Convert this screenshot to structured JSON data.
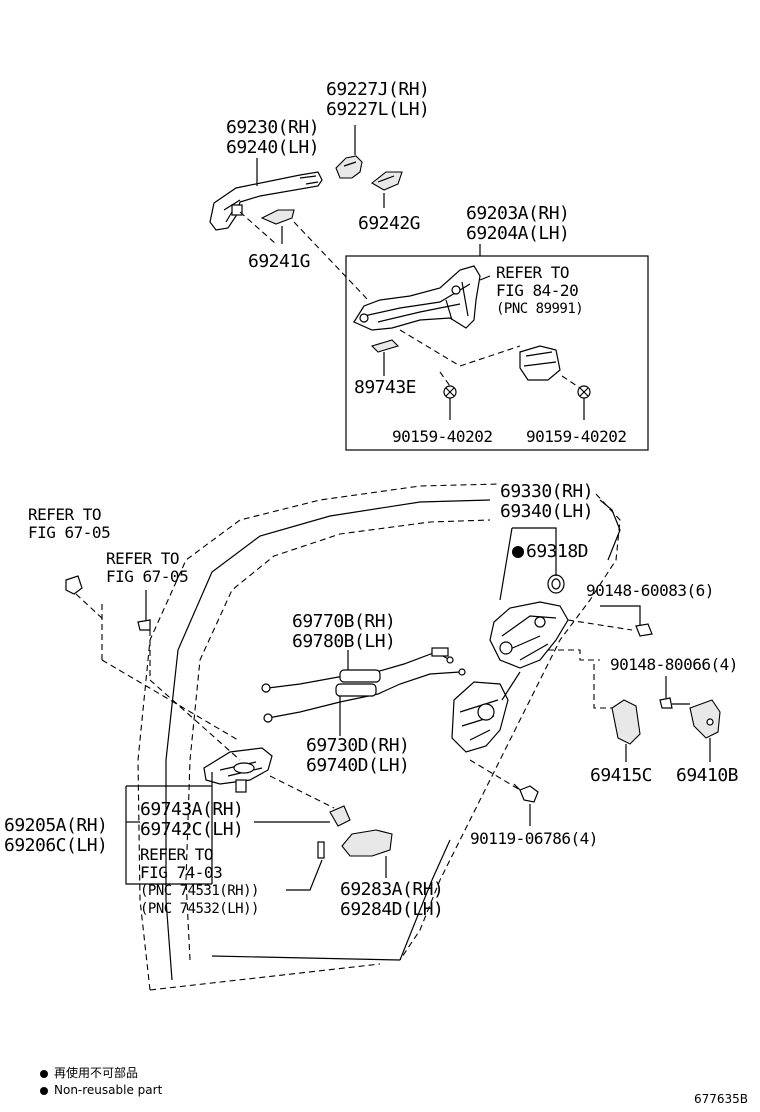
{
  "labels": {
    "p69227": [
      "69227J(RH)",
      "69227L(LH)"
    ],
    "p69230": [
      "69230(RH)",
      "69240(LH)"
    ],
    "p69242": "69242G",
    "p69203": [
      "69203A(RH)",
      "69204A(LH)"
    ],
    "p69241": "69241G",
    "refer_84": [
      "REFER TO",
      "FIG 84-20",
      "(PNC 89991)"
    ],
    "p89743": "89743E",
    "p90159a": "90159-40202",
    "p90159b": "90159-40202",
    "p69330": [
      "69330(RH)",
      "69340(LH)"
    ],
    "p69318": "69318D",
    "refer_67a": [
      "REFER TO",
      "FIG 67-05"
    ],
    "refer_67b": [
      "REFER TO",
      "FIG 67-05"
    ],
    "p90148a": "90148-60083(6)",
    "p69770": [
      "69770B(RH)",
      "69780B(LH)"
    ],
    "p90148b": "90148-80066(4)",
    "p69730": [
      "69730D(RH)",
      "69740D(LH)"
    ],
    "p69415": "69415C",
    "p69410": "69410B",
    "p69743": [
      "69743A(RH)",
      "69742C(LH)"
    ],
    "p69205": [
      "69205A(RH)",
      "69206C(LH)"
    ],
    "p90119": "90119-06786(4)",
    "refer_74": [
      "REFER TO",
      "FIG 74-03",
      "(PNC 74531(RH))",
      "(PNC 74532(LH))"
    ],
    "p69283": [
      "69283A(RH)",
      "69284D(LH)"
    ]
  },
  "legend": {
    "jp": "再使用不可部品",
    "en": "Non-reusable part"
  },
  "figure_id": "677635B"
}
